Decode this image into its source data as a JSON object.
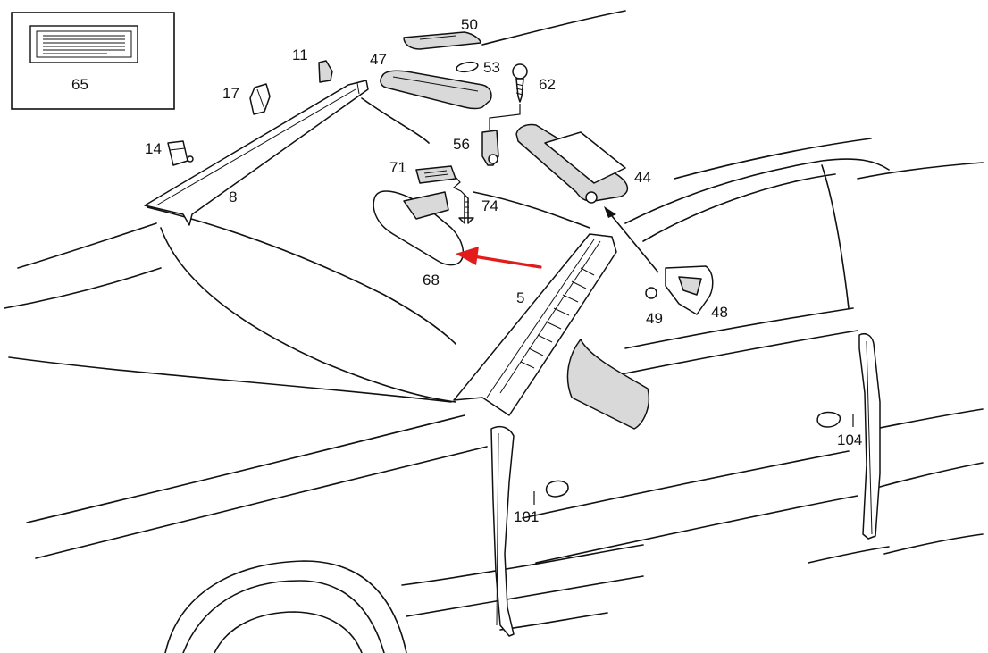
{
  "diagram": {
    "labels": {
      "p65": "65",
      "p50": "50",
      "p11": "11",
      "p47": "47",
      "p53": "53",
      "p62": "62",
      "p17": "17",
      "p14": "14",
      "p56": "56",
      "p71": "71",
      "p74": "74",
      "p44": "44",
      "p8": "8",
      "p68": "68",
      "p5": "5",
      "p49": "49",
      "p48": "48",
      "p104": "104",
      "p101": "101"
    },
    "colors": {
      "line": "#111111",
      "part_fill": "#d9d9d9",
      "arrow": "#e31b1b",
      "background": "#ffffff"
    },
    "highlighted_part": "68"
  }
}
